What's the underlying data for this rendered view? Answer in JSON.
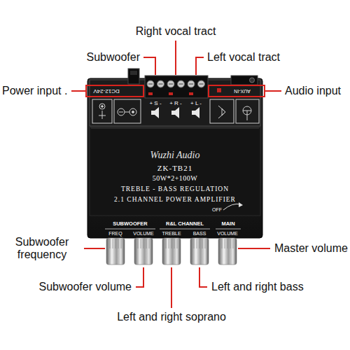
{
  "diagram": {
    "labels": [
      "Right vocal tract",
      "Subwoofer",
      "Left vocal tract",
      "Power input .",
      "Audio input",
      "DC12-24V",
      "+ S -",
      "+ R -",
      "+ L -",
      "AUX-IN",
      "Wuzhi Audio",
      "ZK-TB21",
      "50W*2+100W",
      "TREBLE - BASS REGULATION",
      "2.1 CHANNEL POWER AMPLIFIER",
      "OFF",
      "SUBWOOFER",
      "R&L CHANNEL",
      "MAIN",
      "FREQ",
      "VOLUME",
      "TREBLE",
      "BASS",
      "VOLUME",
      "Subwoofer frequency",
      "Master volume",
      "Subwoofer volume",
      "Left and right bass",
      "Left and right soprano"
    ]
  }
}
